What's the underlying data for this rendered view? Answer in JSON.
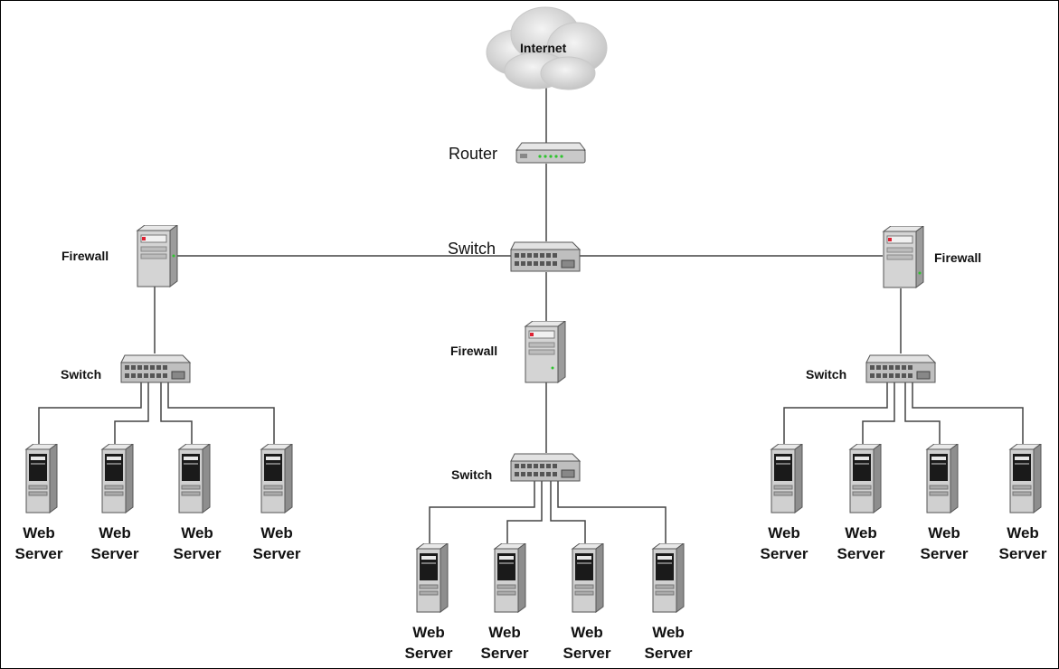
{
  "internet": {
    "label": "Internet"
  },
  "router": {
    "label": "Router"
  },
  "core_switch": {
    "label": "Switch"
  },
  "left": {
    "firewall_label": "Firewall",
    "switch_label": "Switch",
    "servers": [
      {
        "line1": "Web",
        "line2": "Server"
      },
      {
        "line1": "Web",
        "line2": "Server"
      },
      {
        "line1": "Web",
        "line2": "Server"
      },
      {
        "line1": "Web",
        "line2": "Server"
      }
    ]
  },
  "center": {
    "firewall_label": "Firewall",
    "switch_label": "Switch",
    "servers": [
      {
        "line1": "Web",
        "line2": "Server"
      },
      {
        "line1": "Web",
        "line2": "Server"
      },
      {
        "line1": "Web",
        "line2": "Server"
      },
      {
        "line1": "Web",
        "line2": "Server"
      }
    ]
  },
  "right": {
    "firewall_label": "Firewall",
    "switch_label": "Switch",
    "servers": [
      {
        "line1": "Web",
        "line2": "Server"
      },
      {
        "line1": "Web",
        "line2": "Server"
      },
      {
        "line1": "Web",
        "line2": "Server"
      },
      {
        "line1": "Web",
        "line2": "Server"
      }
    ]
  }
}
